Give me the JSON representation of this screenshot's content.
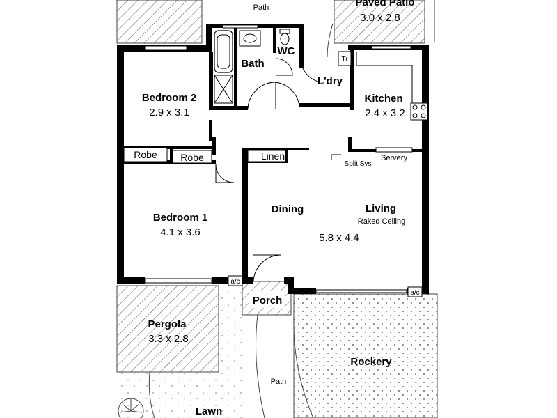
{
  "rooms": {
    "path_top": "Path",
    "paved_patio": {
      "name": "Paved Patio",
      "size": "3.0 x 2.8"
    },
    "bath": "Bath",
    "wc": "WC",
    "laundry": "L'dry",
    "tr": "Tr",
    "bedroom2": {
      "name": "Bedroom 2",
      "size": "2.9 x 3.1"
    },
    "kitchen": {
      "name": "Kitchen",
      "size": "2.4 x 3.2"
    },
    "robe_left": "Robe",
    "robe_right": "Robe",
    "linen": "Linen",
    "split_sys": "Split Sys",
    "servery": "Servery",
    "bedroom1": {
      "name": "Bedroom 1",
      "size": "4.1 x 3.6"
    },
    "dining": "Dining",
    "living": {
      "name": "Living",
      "note": "Raked Ceiling",
      "size": "5.8 x 4.4"
    },
    "ac_left": "a/c",
    "ac_right": "a/c",
    "porch": "Porch",
    "pergola": {
      "name": "Pergola",
      "size": "3.3 x 2.8"
    },
    "rockery": "Rockery",
    "path_bottom": "Path",
    "lawn": "Lawn"
  }
}
